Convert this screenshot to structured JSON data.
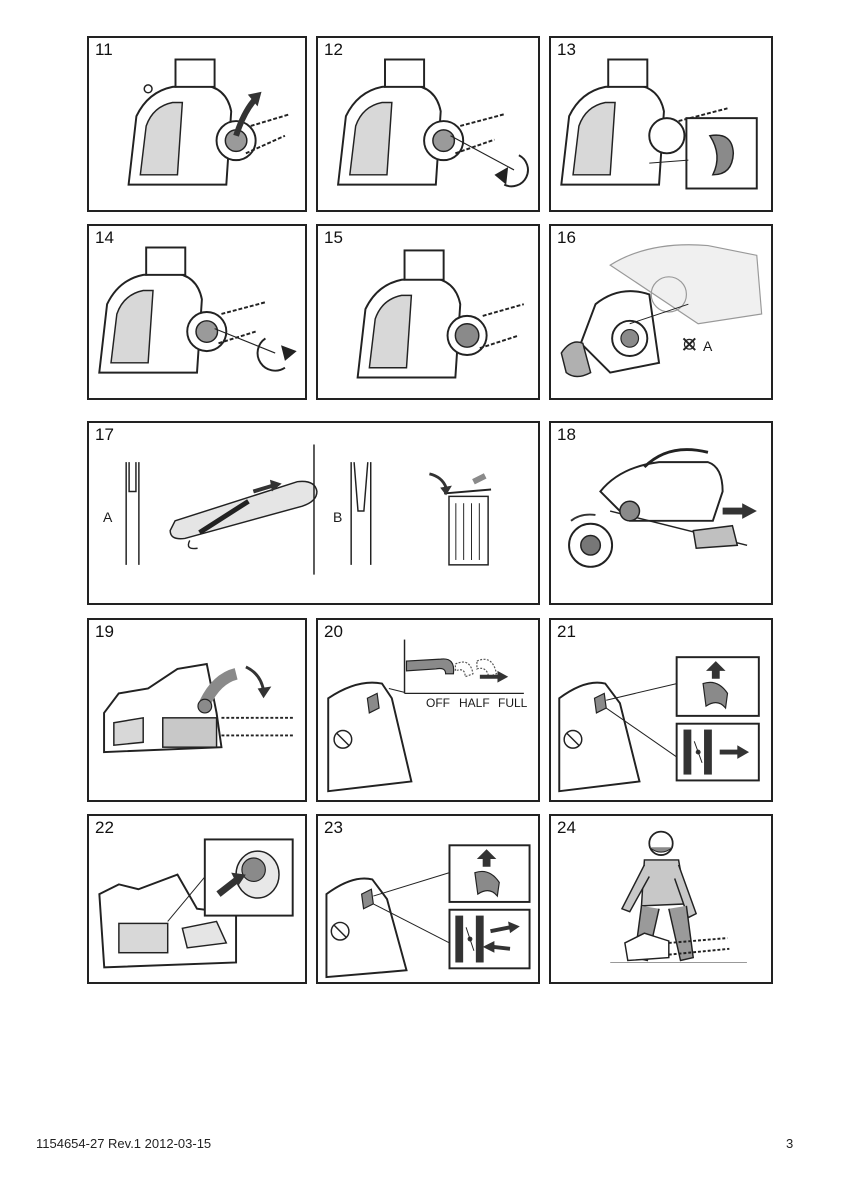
{
  "panels": [
    {
      "number": "11"
    },
    {
      "number": "12"
    },
    {
      "number": "13"
    },
    {
      "number": "14"
    },
    {
      "number": "15"
    },
    {
      "number": "16",
      "label": "A"
    },
    {
      "number": "17",
      "label_a": "A",
      "label_b": "B"
    },
    {
      "number": "18"
    },
    {
      "number": "19"
    },
    {
      "number": "20",
      "choke_off": "OFF",
      "choke_half": "HALF",
      "choke_full": "FULL"
    },
    {
      "number": "21"
    },
    {
      "number": "22"
    },
    {
      "number": "23"
    },
    {
      "number": "24"
    }
  ],
  "footer": {
    "doc_ref": "1154654-27 Rev.1 2012-03-15",
    "page_number": "3"
  },
  "colors": {
    "line": "#222222",
    "shade": "#8a8a8a",
    "light_shade": "#c9c9c9",
    "arrow": "#333333"
  }
}
